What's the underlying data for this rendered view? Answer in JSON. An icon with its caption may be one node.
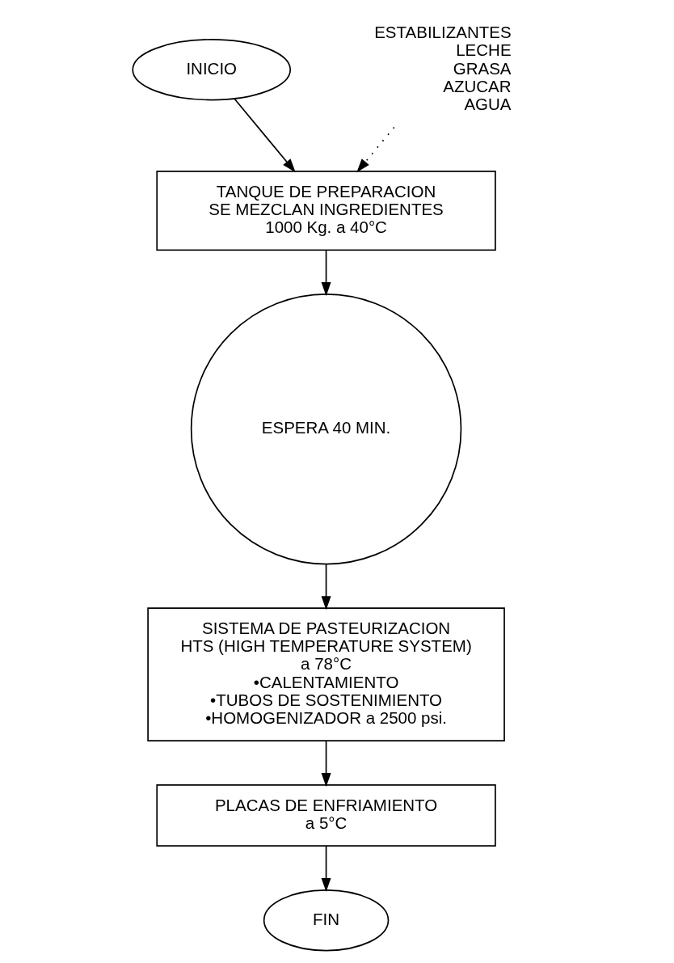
{
  "diagram": {
    "nodes": [
      {
        "text": [
          "INICIO"
        ]
      },
      {
        "text": [
          "ESTABILIZANTES",
          "LECHE",
          "GRASA",
          "AZUCAR",
          "AGUA"
        ]
      },
      {
        "text": [
          "TANQUE DE PREPARACION",
          "SE MEZCLAN INGREDIENTES",
          "1000 Kg. a 40°C"
        ]
      },
      {
        "text": [
          "ESPERA 40 MIN."
        ]
      },
      {
        "text": [
          "SISTEMA DE PASTEURIZACION",
          "HTS (HIGH TEMPERATURE SYSTEM)",
          "a 78°C",
          "•CALENTAMIENTO",
          "•TUBOS DE SOSTENIMIENTO",
          "•HOMOGENIZADOR a 2500 psi."
        ]
      },
      {
        "text": [
          "PLACAS DE ENFRIAMIENTO",
          "a 5°C"
        ]
      },
      {
        "text": [
          "FIN"
        ]
      }
    ],
    "edges": [
      {
        "from": 0,
        "to": 2,
        "arrow": "to"
      },
      {
        "from": 1,
        "to": 2,
        "arrow": "to",
        "style": "dashed"
      },
      {
        "from": 2,
        "to": 3,
        "arrow": "to"
      },
      {
        "from": 3,
        "to": 4,
        "arrow": "to"
      },
      {
        "from": 4,
        "to": 5,
        "arrow": "to"
      },
      {
        "from": 5,
        "to": 6,
        "arrow": "to"
      }
    ]
  }
}
